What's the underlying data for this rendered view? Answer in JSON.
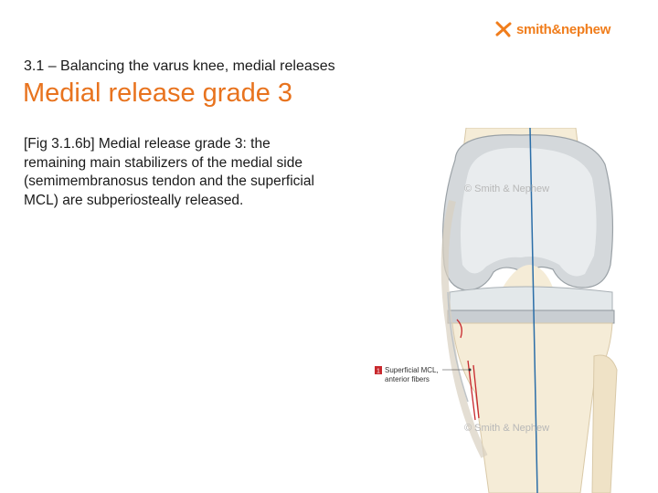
{
  "brand": {
    "logo_text": "smith&nephew",
    "color": "#f07d1c"
  },
  "header": {
    "subtitle": "3.1 – Balancing the varus knee, medial releases",
    "title": "Medial release grade 3",
    "title_color": "#e8731e"
  },
  "body": {
    "caption": "[Fig 3.1.6b] Medial release grade 3: the remaining main stabilizers of the medial side (semimembranosus tendon and the superficial MCL) are subperiosteally released."
  },
  "figure": {
    "watermark_top": "© Smith & Nephew",
    "watermark_bottom": "© Smith & Nephew",
    "callout_number": "1",
    "callout_line1": "Superficial MCL,",
    "callout_line2": "anterior fibers"
  }
}
